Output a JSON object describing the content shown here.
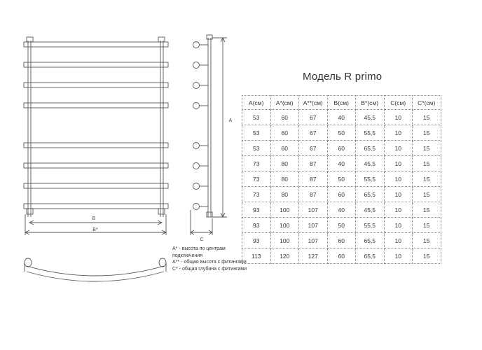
{
  "title": "Модель R primo",
  "table": {
    "headers": [
      "A(см)",
      "A*(см)",
      "A**(см)",
      "B(см)",
      "B*(см)",
      "C(см)",
      "C*(см)"
    ],
    "rows": [
      [
        "53",
        "60",
        "67",
        "40",
        "45,5",
        "10",
        "15"
      ],
      [
        "53",
        "60",
        "67",
        "50",
        "55,5",
        "10",
        "15"
      ],
      [
        "53",
        "60",
        "67",
        "60",
        "65,5",
        "10",
        "15"
      ],
      [
        "73",
        "80",
        "87",
        "40",
        "45,5",
        "10",
        "15"
      ],
      [
        "73",
        "80",
        "87",
        "50",
        "55,5",
        "10",
        "15"
      ],
      [
        "73",
        "80",
        "87",
        "60",
        "65,5",
        "10",
        "15"
      ],
      [
        "93",
        "100",
        "107",
        "40",
        "45,5",
        "10",
        "15"
      ],
      [
        "93",
        "100",
        "107",
        "50",
        "55,5",
        "10",
        "15"
      ],
      [
        "93",
        "100",
        "107",
        "60",
        "65,5",
        "10",
        "15"
      ],
      [
        "113",
        "120",
        "127",
        "60",
        "65,5",
        "10",
        "15"
      ]
    ]
  },
  "diagram": {
    "label_a": "A",
    "label_b": "B",
    "label_b_star": "B*",
    "label_c": "C"
  },
  "notes": [
    "А* - высота по центрам подключения",
    "А** - общая высота с фитингами",
    "С* - общая глубина с фитингами"
  ],
  "colors": {
    "line": "#555555",
    "text": "#333333",
    "grid": "#8a8a8a"
  }
}
